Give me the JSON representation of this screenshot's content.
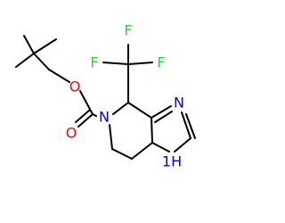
{
  "molecule": {
    "colors": {
      "bond": "#000000",
      "fluorine": "#33cc33",
      "oxygen": "#ff0000",
      "nitrogen": "#0000ff"
    },
    "labels": {
      "f_top": "F",
      "f_left": "F",
      "f_right": "F",
      "o_ester": "O",
      "o_carbonyl": "O",
      "n_ring": "N",
      "n_imidazole": "N",
      "nh_imidazole": "1H"
    }
  }
}
